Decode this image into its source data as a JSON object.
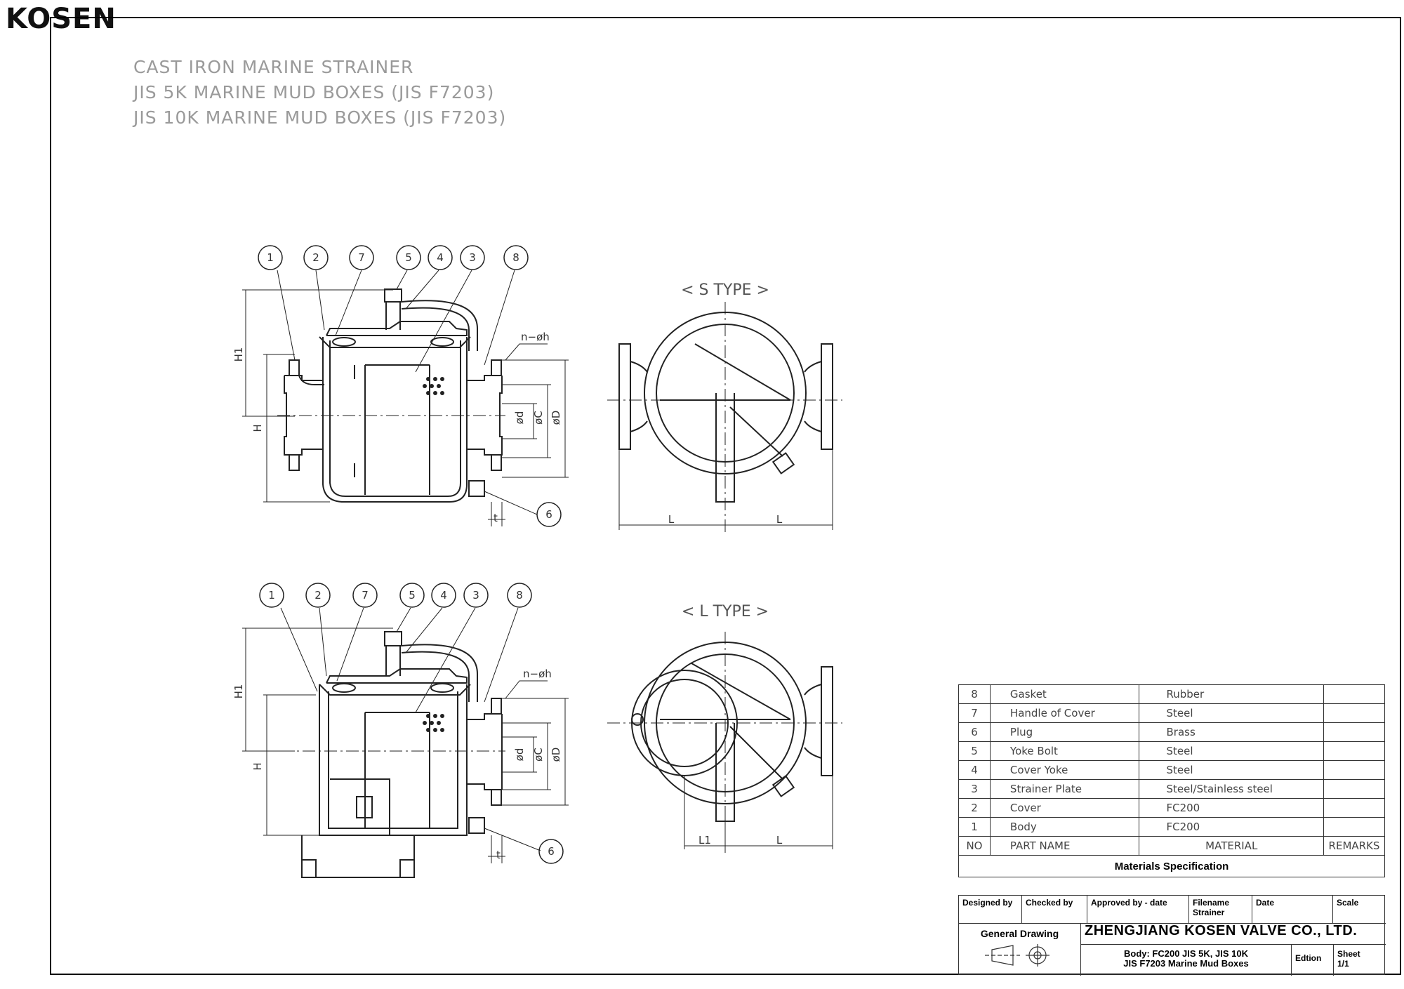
{
  "logo": "KOSEN",
  "titles": [
    "CAST IRON MARINE STRAINER",
    "JIS 5K MARINE MUD BOXES (JIS F7203)",
    "JIS 10K MARINE MUD BOXES (JIS F7203)"
  ],
  "views": {
    "s_type": "< S TYPE >",
    "l_type": "< L TYPE >"
  },
  "callouts": [
    "1",
    "2",
    "7",
    "5",
    "4",
    "3",
    "8",
    "6"
  ],
  "dimensions": {
    "h1": "H1",
    "h": "H",
    "d_small": "ød",
    "c": "øC",
    "d_large": "øD",
    "nh": "n−øh",
    "t": "t",
    "l": "L",
    "l1": "L1"
  },
  "materials": {
    "rows": [
      {
        "no": "8",
        "part": "Gasket",
        "material": "Rubber",
        "remarks": ""
      },
      {
        "no": "7",
        "part": "Handle of Cover",
        "material": "Steel",
        "remarks": ""
      },
      {
        "no": "6",
        "part": "Plug",
        "material": "Brass",
        "remarks": ""
      },
      {
        "no": "5",
        "part": "Yoke Bolt",
        "material": "Steel",
        "remarks": ""
      },
      {
        "no": "4",
        "part": "Cover Yoke",
        "material": "Steel",
        "remarks": ""
      },
      {
        "no": "3",
        "part": "Strainer Plate",
        "material": "Steel/Stainless steel",
        "remarks": ""
      },
      {
        "no": "2",
        "part": "Cover",
        "material": "FC200",
        "remarks": ""
      },
      {
        "no": "1",
        "part": "Body",
        "material": "FC200",
        "remarks": ""
      }
    ],
    "header": {
      "no": "NO",
      "part": "PART   NAME",
      "material": "MATERIAL",
      "remarks": "REMARKS"
    },
    "caption": "Materials Specification"
  },
  "title_block": {
    "designed_by": "Designed by",
    "checked_by": "Checked by",
    "approved_by": "Approved by - date",
    "filename_label": "Filename",
    "filename": "Strainer",
    "date": "Date",
    "scale": "Scale",
    "general_drawing": "General Drawing",
    "company": "ZHENGJIANG KOSEN VALVE CO., LTD.",
    "body_line1": "Body: FC200  JIS 5K, JIS 10K",
    "body_line2": "JIS F7203 Marine Mud Boxes",
    "edition": "Edtion",
    "sheet_label": "Sheet",
    "sheet": "1/1"
  }
}
